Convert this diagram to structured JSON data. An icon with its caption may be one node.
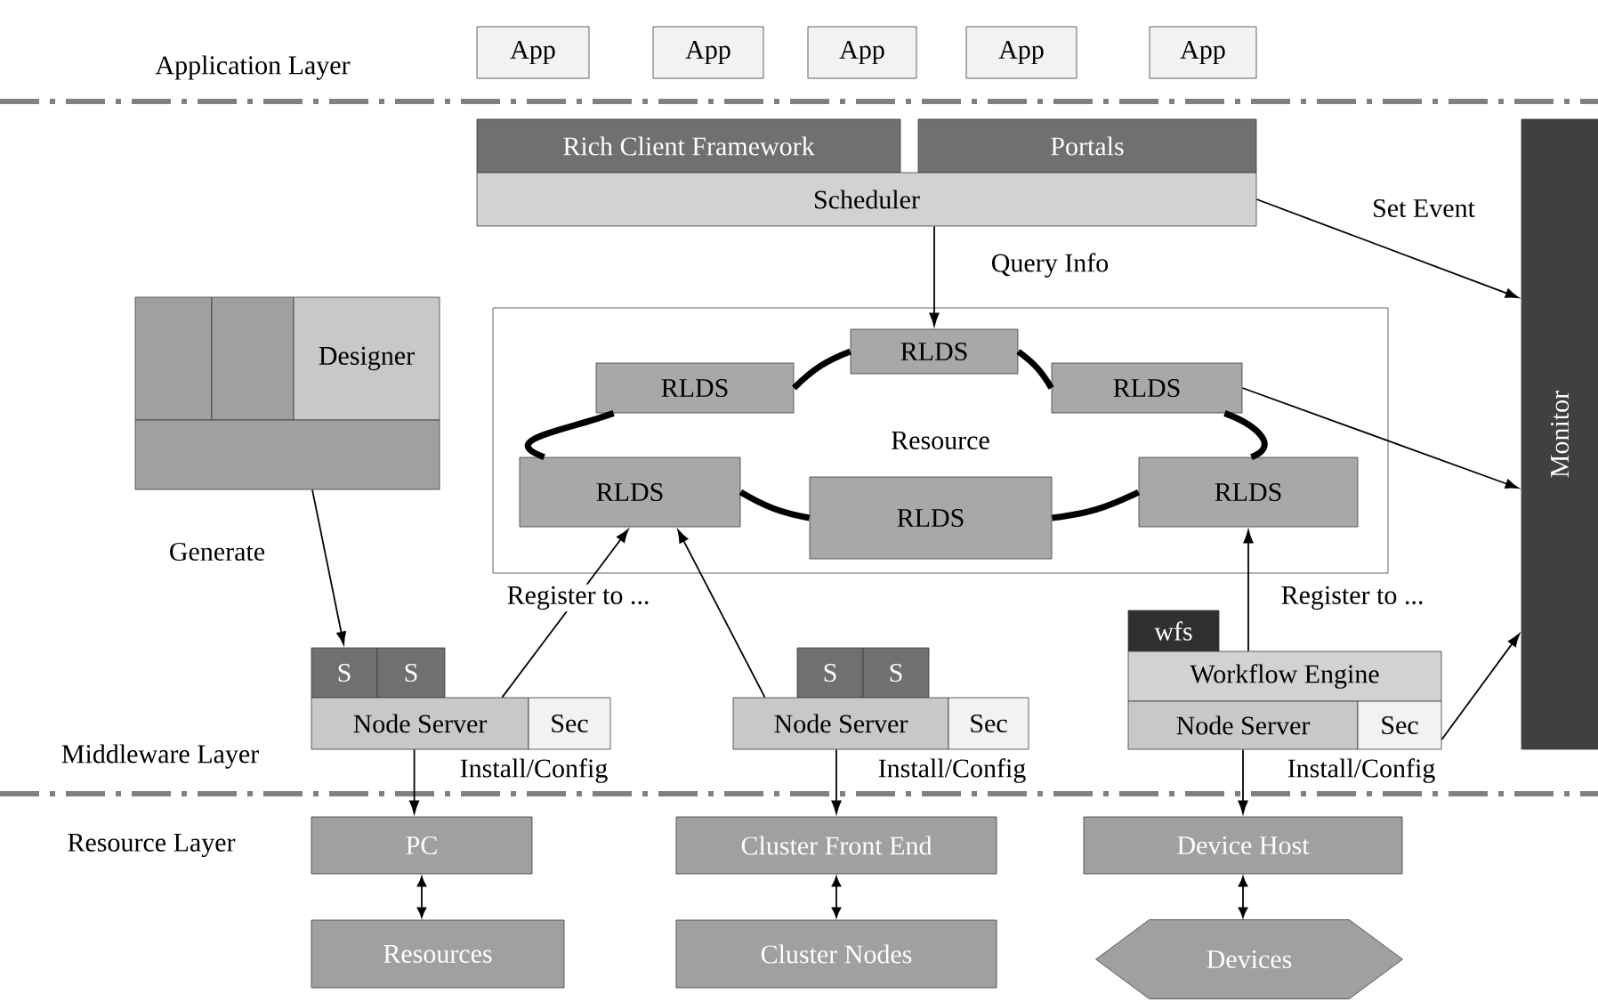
{
  "diagram": {
    "nodes": [
      {
        "text": [
          "App"
        ]
      },
      {
        "text": [
          "App"
        ]
      },
      {
        "text": [
          "App"
        ]
      },
      {
        "text": [
          "App"
        ]
      },
      {
        "text": [
          "App"
        ]
      },
      {
        "text": [
          "Rich Client Framework"
        ]
      },
      {
        "text": [
          "Portals"
        ]
      },
      {
        "text": [
          "Scheduler"
        ]
      },
      {
        "text": [
          "Resource"
        ]
      },
      {
        "text": [
          "RLDS"
        ],
        "in": 8
      },
      {
        "text": [
          "RLDS"
        ],
        "in": 8
      },
      {
        "text": [
          "RLDS"
        ],
        "in": 8
      },
      {
        "text": [
          "RLDS"
        ],
        "in": 8
      },
      {
        "text": [
          "RLDS"
        ],
        "in": 8
      },
      {
        "text": [
          "RLDS"
        ],
        "in": 8
      },
      {
        "text": [],
        "shape": "box"
      },
      {
        "text": [],
        "shape": "box"
      },
      {
        "text": [
          "Designer"
        ]
      },
      {
        "text": [],
        "shape": "box"
      },
      {
        "text": [
          "S"
        ]
      },
      {
        "text": [
          "S"
        ]
      },
      {
        "text": [
          "Node Server"
        ]
      },
      {
        "text": [
          "Sec"
        ]
      },
      {
        "text": [
          "S"
        ]
      },
      {
        "text": [
          "S"
        ]
      },
      {
        "text": [
          "Node Server"
        ]
      },
      {
        "text": [
          "Sec"
        ]
      },
      {
        "text": [
          "wfs"
        ]
      },
      {
        "text": [
          "Workflow Engine"
        ]
      },
      {
        "text": [
          "Node Server"
        ]
      },
      {
        "text": [
          "Sec"
        ]
      },
      {
        "text": [
          "PC"
        ]
      },
      {
        "text": [
          "Resources"
        ]
      },
      {
        "text": [
          "Cluster Front End"
        ]
      },
      {
        "text": [
          "Cluster Nodes"
        ]
      },
      {
        "text": [
          "Device Host"
        ]
      },
      {
        "text": [
          "Devices"
        ]
      },
      {
        "text": [
          "Monitor"
        ]
      }
    ],
    "edges": [
      {
        "from": 7,
        "to": 9,
        "arrow": "to",
        "label": "Query Info"
      },
      {
        "from": 7,
        "to": 37,
        "arrow": "to",
        "label": "Set Event"
      },
      {
        "from": 11,
        "to": 37,
        "arrow": "to"
      },
      {
        "from": 30,
        "to": 37,
        "arrow": "to"
      },
      {
        "from": 10,
        "to": 9,
        "arrow": "none",
        "style": "thick"
      },
      {
        "from": 9,
        "to": 11,
        "arrow": "none",
        "style": "thick"
      },
      {
        "from": 10,
        "to": 12,
        "arrow": "none",
        "style": "thick"
      },
      {
        "from": 11,
        "to": 14,
        "arrow": "none",
        "style": "thick"
      },
      {
        "from": 12,
        "to": 13,
        "arrow": "none",
        "style": "thick"
      },
      {
        "from": 13,
        "to": 14,
        "arrow": "none",
        "style": "thick"
      },
      {
        "from": 18,
        "to": 19,
        "arrow": "to",
        "label": "Generate"
      },
      {
        "from": 21,
        "to": 12,
        "arrow": "to",
        "label": "Register to ..."
      },
      {
        "from": 25,
        "to": 12,
        "arrow": "to"
      },
      {
        "from": 28,
        "to": 14,
        "arrow": "to",
        "label": "Register to ..."
      },
      {
        "from": 21,
        "to": 31,
        "arrow": "to",
        "label": "Install/Config"
      },
      {
        "from": 25,
        "to": 33,
        "arrow": "to",
        "label": "Install/Config"
      },
      {
        "from": 29,
        "to": 35,
        "arrow": "to",
        "label": "Install/Config"
      },
      {
        "from": 31,
        "to": 32,
        "arrow": "both"
      },
      {
        "from": 33,
        "to": 34,
        "arrow": "both"
      },
      {
        "from": 35,
        "to": 36,
        "arrow": "both"
      }
    ],
    "labels": [
      "Application Layer",
      "Middleware Layer",
      "Resource Layer"
    ]
  }
}
